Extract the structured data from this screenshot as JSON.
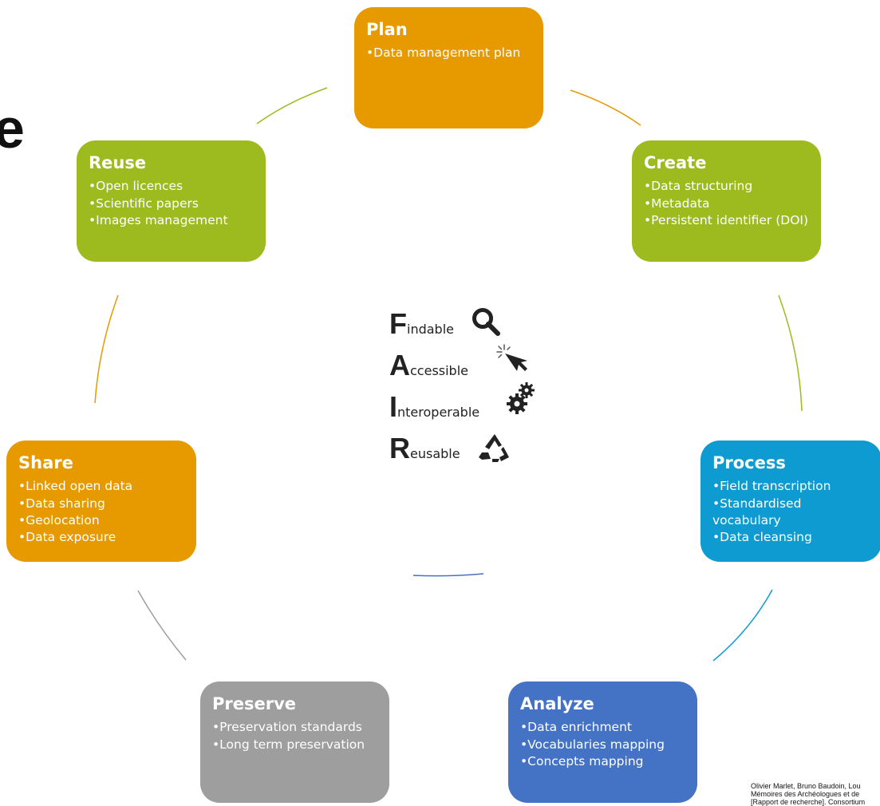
{
  "fragment": {
    "text": "e"
  },
  "colors": {
    "plan": "#E69A00",
    "create": "#9DBA1F",
    "process": "#0E9BD2",
    "analyze": "#4472C4",
    "preserve": "#9E9E9E",
    "share": "#E69A00",
    "reuse": "#9DBA1F"
  },
  "stages": {
    "plan": {
      "title": "Plan",
      "items": [
        "•Data management plan"
      ]
    },
    "create": {
      "title": "Create",
      "items": [
        "•Data structuring",
        "•Metadata",
        "•Persistent identifier (DOI)"
      ]
    },
    "process": {
      "title": "Process",
      "items": [
        "•Field transcription",
        "•Standardised vocabulary",
        "•Data cleansing"
      ]
    },
    "analyze": {
      "title": "Analyze",
      "items": [
        "•Data enrichment",
        "•Vocabularies mapping",
        "•Concepts mapping"
      ]
    },
    "preserve": {
      "title": "Preserve",
      "items": [
        "•Preservation standards",
        "•Long term preservation"
      ]
    },
    "share": {
      "title": "Share",
      "items": [
        "•Linked open data",
        "•Data sharing",
        "•Geolocation",
        "•Data exposure"
      ]
    },
    "reuse": {
      "title": "Reuse",
      "items": [
        "•Open licences",
        "•Scientific papers",
        "•Images management"
      ]
    }
  },
  "fair": {
    "findable": {
      "letter": "F",
      "rest": "indable",
      "icon": "magnifier-icon"
    },
    "accessible": {
      "letter": "A",
      "rest": "ccessible",
      "icon": "cursor-click-icon"
    },
    "interoperable": {
      "letter": "I",
      "rest": "nteroperable",
      "icon": "gears-icon"
    },
    "reusable": {
      "letter": "R",
      "rest": "eusable",
      "icon": "recycle-icon"
    }
  },
  "credit": {
    "line1": "Olivier Marlet, Bruno Baudoin, Lou",
    "line2": "Mémoires des Archéologues et de",
    "line3": "[Rapport de recherche]. Consortium"
  }
}
